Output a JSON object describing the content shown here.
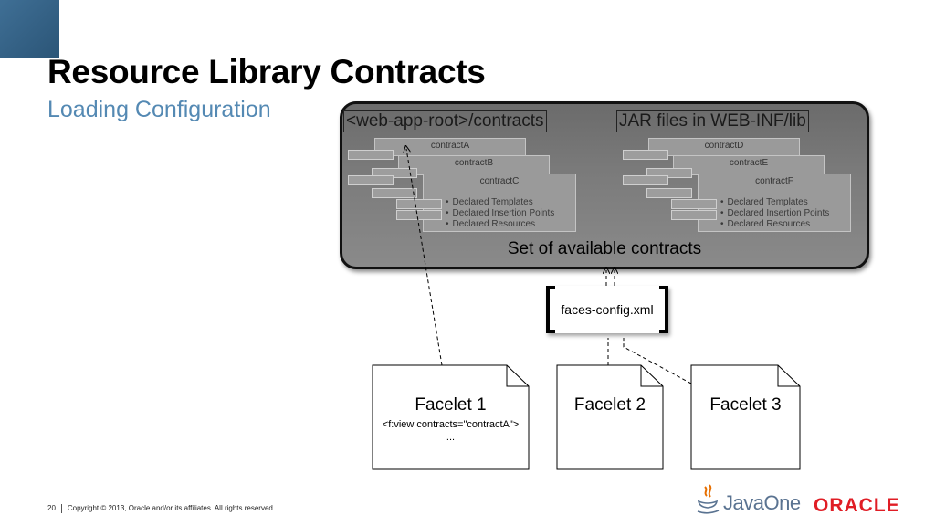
{
  "slide": {
    "title": "Resource Library Contracts",
    "subtitle": "Loading Configuration"
  },
  "pool": {
    "left_heading": "<web-app-root>/contracts",
    "right_heading": "JAR files in WEB-INF/lib",
    "caption": "Set of available contracts"
  },
  "contracts_left": [
    "contractA",
    "contractB",
    "contractC"
  ],
  "contracts_right": [
    "contractD",
    "contractE",
    "contractF"
  ],
  "contract_details": [
    "Declared Templates",
    "Declared Insertion Points",
    "Declared Resources"
  ],
  "config_file": "faces-config.xml",
  "facelets": [
    {
      "title": "Facelet 1",
      "code": "<f:view contracts=\"contractA\">",
      "ellipsis": "..."
    },
    {
      "title": "Facelet 2"
    },
    {
      "title": "Facelet 3"
    }
  ],
  "footer": {
    "page_number": "20",
    "copyright": "Copyright © 2013, Oracle and/or its affiliates. All rights reserved."
  },
  "logos": {
    "javaone": "JavaOne",
    "oracle": "ORACLE"
  }
}
